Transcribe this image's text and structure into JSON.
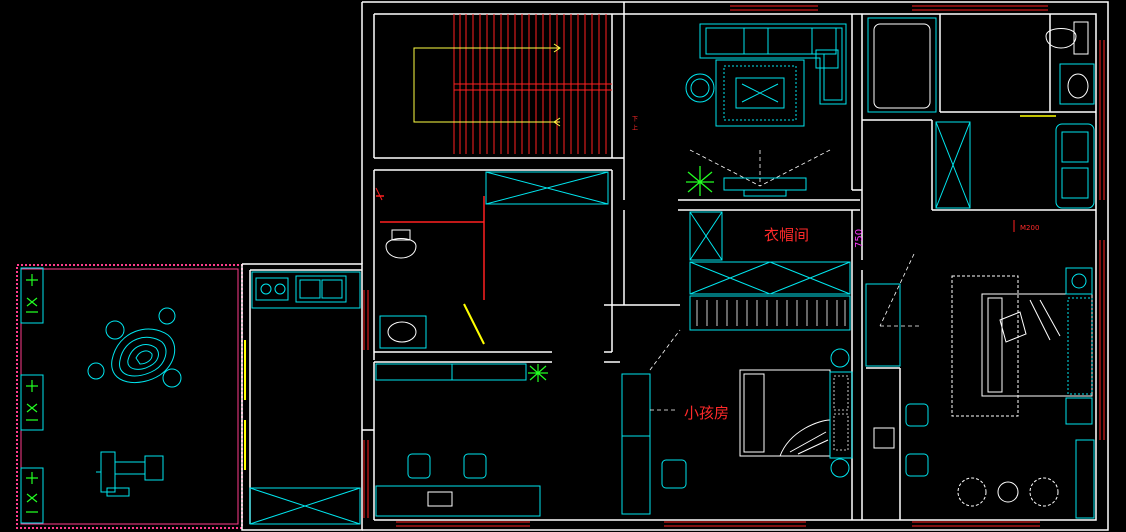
{
  "labels": {
    "wardrobe_room": "衣帽间",
    "kids_room": "小孩房",
    "dim_750": "750",
    "stair_note_1": "下",
    "stair_note_2": "上"
  },
  "colors": {
    "background": "#000000",
    "wall": "#ffffff",
    "furniture": "#00e5ee",
    "stair_red": "#ff2020",
    "label_red": "#ff2a2a",
    "dim_magenta": "#ff3cff",
    "plant_green": "#22ff22",
    "stair_yellow": "#ffff44",
    "balcony_pink": "#ff3c8c",
    "door_yellow": "#ffff00"
  }
}
